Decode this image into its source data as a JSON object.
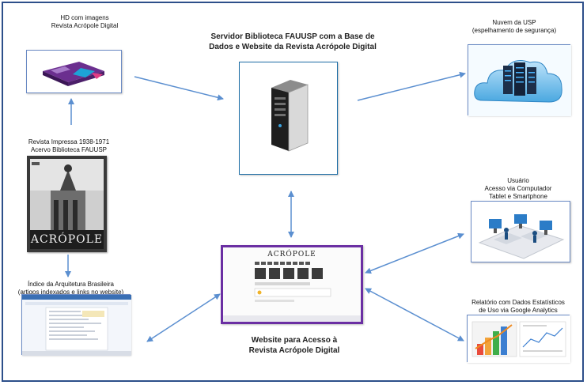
{
  "nodes": {
    "hd": {
      "line1": "HD com imagens",
      "line2": "Revista Acrópole Digital"
    },
    "server": {
      "line1": "Servidor  Biblioteca FAUUSP com a Base de",
      "line2": "Dados e  Website  da Revista Acrópole Digital"
    },
    "cloud": {
      "line1": "Nuvem da USP",
      "line2": "(espelhamento de segurança)"
    },
    "printed": {
      "line1": "Revista Impressa 1938-1971",
      "line2": "Acervo  Biblioteca FAUUSP",
      "cover_title": "ACRÓPOLE"
    },
    "users": {
      "line1": "Usuário",
      "line2": "Acesso via Computador",
      "line3": "Tablet e Smartphone"
    },
    "index": {
      "line1": "Índice da Arquitetura Brasileira",
      "line2": "(artigos indexados e links no website)"
    },
    "website": {
      "line1": "Website para Acesso à",
      "line2": "Revista Acrópole Digital",
      "screen_title": "ACRÓPOLE"
    },
    "analytics": {
      "line1": "Relatório com Dados Estatísticos",
      "line2": "de Uso via  Google Analytics"
    }
  },
  "colors": {
    "arrow": "#5b8fd0",
    "frame": "#2d4f8a",
    "website_border": "#6b2fa3"
  }
}
